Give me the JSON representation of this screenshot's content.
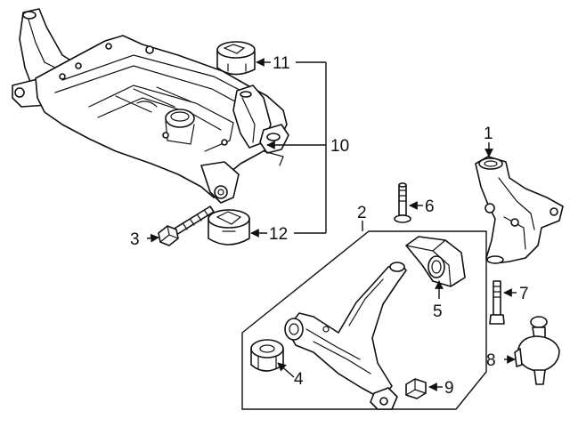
{
  "callouts": {
    "c1": "1",
    "c2": "2",
    "c3": "3",
    "c4": "4",
    "c5": "5",
    "c6": "6",
    "c7": "7",
    "c8": "8",
    "c9": "9",
    "c10": "10",
    "c11": "11",
    "c12": "12"
  },
  "colors": {
    "line": "#111111",
    "fill": "#ffffff",
    "background": "#ffffff"
  }
}
